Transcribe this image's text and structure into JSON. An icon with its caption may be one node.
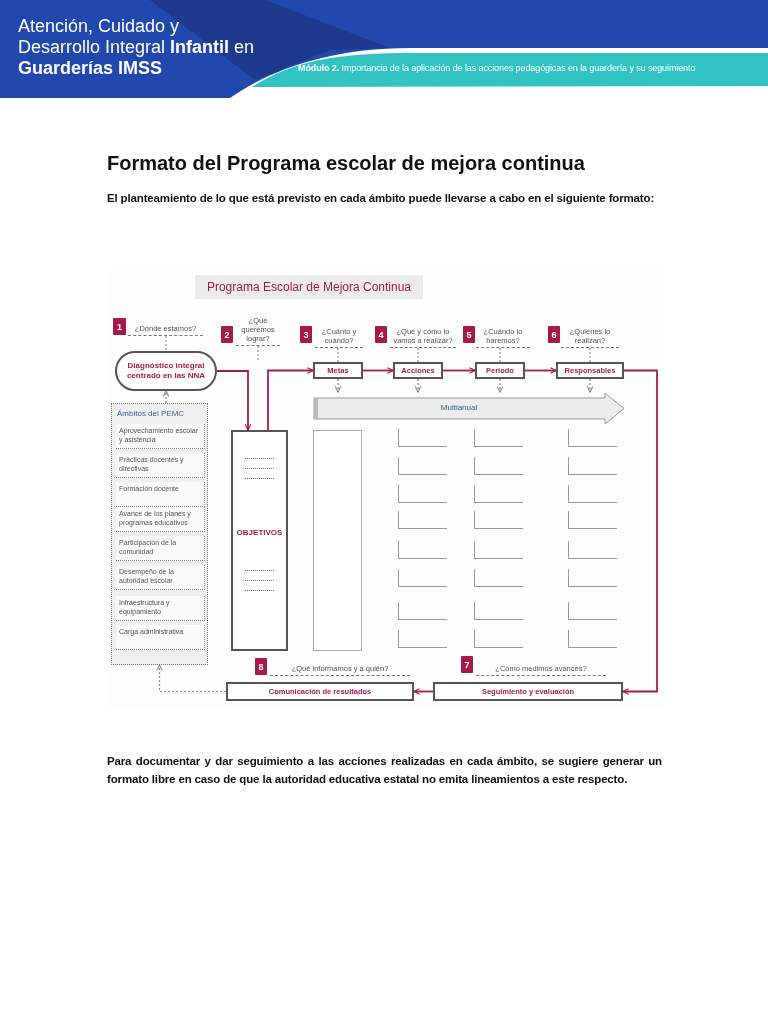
{
  "diagram": {
    "title": "Formato del Programa escolar de mejora continua",
    "nodes": [
      {
        "text": [
          "Programa Escolar de Mejora Continua"
        ]
      },
      {
        "text": [
          "1"
        ]
      },
      {
        "text": [
          "¿Dónde estamos?"
        ]
      },
      {
        "text": [
          "2"
        ]
      },
      {
        "text": [
          "¿Qué queremos lograr?"
        ]
      },
      {
        "text": [
          "3"
        ]
      },
      {
        "text": [
          "¿Cuánto y cuándo?"
        ]
      },
      {
        "text": [
          "4"
        ]
      },
      {
        "text": [
          "¿Qué y cómo lo vamos a realizar?"
        ]
      },
      {
        "text": [
          "5"
        ]
      },
      {
        "text": [
          "¿Cuándo lo haremos?"
        ]
      },
      {
        "text": [
          "6"
        ]
      },
      {
        "text": [
          "¿Quiénes lo realizan?"
        ]
      },
      {
        "text": [
          "Diagnóstico integral centrado en las NNA"
        ]
      },
      {
        "text": [
          "Metas"
        ]
      },
      {
        "text": [
          "Acciones"
        ]
      },
      {
        "text": [
          "Periodo"
        ]
      },
      {
        "text": [
          "Responsables"
        ]
      },
      {
        "text": [
          "Multianual"
        ]
      },
      {
        "text": [
          "Ámbitos del PEMC"
        ]
      },
      {
        "text": [
          "Aprovechamiento escolar y asistencia"
        ],
        "in": 19
      },
      {
        "text": [
          "Prácticas docentes y directivas"
        ],
        "in": 19
      },
      {
        "text": [
          "Formación docente"
        ],
        "in": 19
      },
      {
        "text": [
          "Avance de los planes y programas educativos"
        ],
        "in": 19
      },
      {
        "text": [
          "Participación de la comunidad"
        ],
        "in": 19
      },
      {
        "text": [
          "Desempeño de la autoridad escolar"
        ],
        "in": 19
      },
      {
        "text": [
          "Infraestructura y equipamiento"
        ],
        "in": 19
      },
      {
        "text": [
          "Carga administrativa"
        ],
        "in": 19
      },
      {
        "text": [
          "OBJETIVOS"
        ]
      },
      {
        "text": [],
        "shape": "box"
      },
      {
        "text": [
          "8"
        ]
      },
      {
        "text": [
          "¿Qué informamos y a quién?"
        ]
      },
      {
        "text": [
          "Comunicación de resultados"
        ]
      },
      {
        "text": [
          "7"
        ]
      },
      {
        "text": [
          "¿Cómo medimos avances?"
        ]
      },
      {
        "text": [
          "Seguimiento y evaluación"
        ]
      }
    ],
    "edges": [
      {
        "from": 2,
        "to": 13,
        "arrow": "none",
        "style": "dashed"
      },
      {
        "from": 4,
        "to": null,
        "arrow": "none",
        "style": "dashed"
      },
      {
        "from": 6,
        "to": 14,
        "arrow": "none",
        "style": "dashed"
      },
      {
        "from": 8,
        "to": 15,
        "arrow": "none",
        "style": "dashed"
      },
      {
        "from": 10,
        "to": 16,
        "arrow": "none",
        "style": "dashed"
      },
      {
        "from": 12,
        "to": 17,
        "arrow": "none",
        "style": "dashed"
      },
      {
        "from": 14,
        "to": 18,
        "arrow": "to",
        "style": "dashed"
      },
      {
        "from": 15,
        "to": 18,
        "arrow": "to",
        "style": "dashed"
      },
      {
        "from": 16,
        "to": 18,
        "arrow": "to",
        "style": "dashed"
      },
      {
        "from": 17,
        "to": 18,
        "arrow": "to",
        "style": "dashed"
      },
      {
        "from": 19,
        "to": 13,
        "arrow": "to",
        "style": "dashed"
      },
      {
        "from": 13,
        "to": 28,
        "arrow": "to",
        "color": "#a31f45"
      },
      {
        "from": 28,
        "to": 14,
        "arrow": "to",
        "color": "#a31f45"
      },
      {
        "from": 14,
        "to": 15,
        "arrow": "to",
        "color": "#a31f45"
      },
      {
        "from": 15,
        "to": 16,
        "arrow": "to",
        "color": "#a31f45"
      },
      {
        "from": 16,
        "to": 17,
        "arrow": "to",
        "color": "#a31f45"
      },
      {
        "from": 17,
        "to": 35,
        "arrow": "to",
        "color": "#a31f45"
      },
      {
        "from": 35,
        "to": 32,
        "arrow": "to",
        "color": "#a31f45"
      },
      {
        "from": 32,
        "to": 19,
        "arrow": "to",
        "style": "dashed"
      }
    ],
    "labels": [
      "Atención, Cuidado y Desarrollo Integral **Infantil** en **Guarderías IMSS**",
      "**Módulo 2.** Importancia de la aplicación de las acciones pedagógicas en la guardería y su seguimiento",
      "El planteamiento de lo que está previsto en cada ámbito puede llevarse a cabo en el siguiente formato:",
      "Para documentar y dar seguimiento a las acciones realizadas en cada ámbito, se sugiere generar un formato libre en caso de que la autoridad educativa estatal no emita lineamientos a este respecto."
    ]
  }
}
